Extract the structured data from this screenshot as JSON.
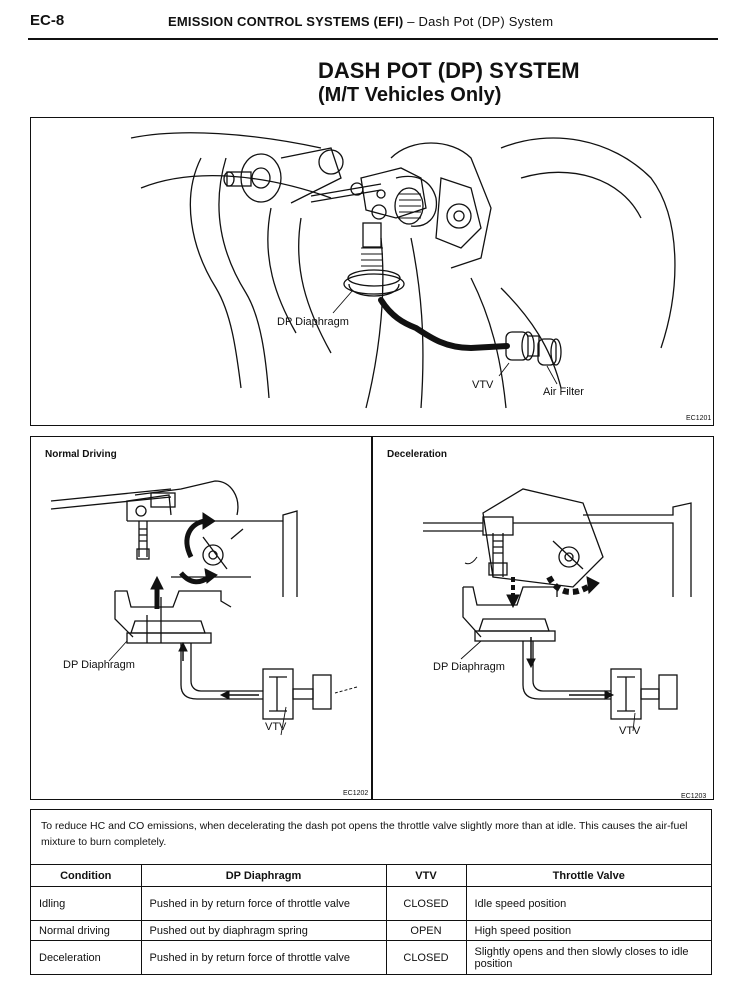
{
  "header": {
    "page_code": "EC-8",
    "section_title": "EMISSION CONTROL SYSTEMS (EFI)",
    "section_subtitle": "– Dash Pot (DP) System"
  },
  "title": {
    "line1": "DASH POT (DP) SYSTEM",
    "line2": "(M/T Vehicles Only)"
  },
  "figure_top": {
    "label_diaphragm": "DP Diaphragm",
    "label_vtv": "VTV",
    "label_air_filter": "Air Filter",
    "code": "EC1201"
  },
  "figure_left": {
    "title": "Normal Driving",
    "label_diaphragm": "DP Diaphragm",
    "label_vtv": "VTV",
    "code": "EC1202"
  },
  "figure_right": {
    "title": "Deceleration",
    "label_diaphragm": "DP Diaphragm",
    "label_vtv": "VTV",
    "code": "EC1203"
  },
  "description": "To reduce HC and CO emissions, when decelerating the dash pot opens the throttle valve slightly more than at idle. This causes the air-fuel mixture to burn completely.",
  "table": {
    "headers": [
      "Condition",
      "DP Diaphragm",
      "VTV",
      "Throttle Valve"
    ],
    "rows": [
      [
        "Idling",
        "Pushed in by return force of throttle valve",
        "CLOSED",
        "Idle speed position"
      ],
      [
        "Normal driving",
        "Pushed out by diaphragm spring",
        "OPEN",
        "High speed position"
      ],
      [
        "Deceleration",
        "Pushed in by return force of throttle valve",
        "CLOSED",
        "Slightly opens and then slowly closes to idle position"
      ]
    ]
  }
}
